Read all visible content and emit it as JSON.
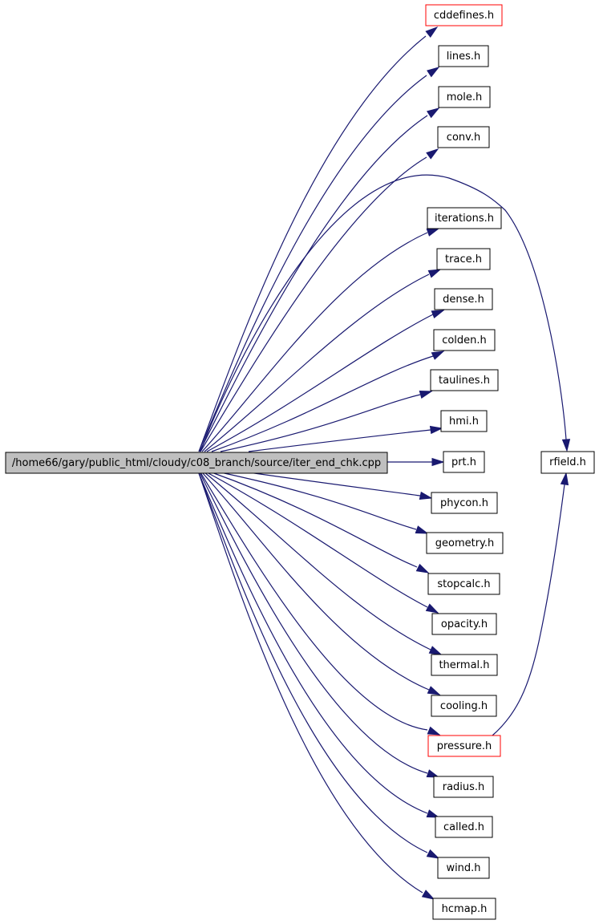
{
  "graph": {
    "root": {
      "label": "/home66/gary/public_html/cloudy/c08_branch/source/iter_end_chk.cpp",
      "fill": "#bfbfbf"
    },
    "edge_color": "#191970",
    "highlight_border": "#ff0000",
    "nodes": [
      {
        "id": "cddefines",
        "label": "cddefines.h",
        "highlight": true
      },
      {
        "id": "lines",
        "label": "lines.h",
        "highlight": false
      },
      {
        "id": "mole",
        "label": "mole.h",
        "highlight": false
      },
      {
        "id": "conv",
        "label": "conv.h",
        "highlight": false
      },
      {
        "id": "iterations",
        "label": "iterations.h",
        "highlight": false
      },
      {
        "id": "trace",
        "label": "trace.h",
        "highlight": false
      },
      {
        "id": "dense",
        "label": "dense.h",
        "highlight": false
      },
      {
        "id": "colden",
        "label": "colden.h",
        "highlight": false
      },
      {
        "id": "taulines",
        "label": "taulines.h",
        "highlight": false
      },
      {
        "id": "hmi",
        "label": "hmi.h",
        "highlight": false
      },
      {
        "id": "prt",
        "label": "prt.h",
        "highlight": false
      },
      {
        "id": "phycon",
        "label": "phycon.h",
        "highlight": false
      },
      {
        "id": "geometry",
        "label": "geometry.h",
        "highlight": false
      },
      {
        "id": "stopcalc",
        "label": "stopcalc.h",
        "highlight": false
      },
      {
        "id": "opacity",
        "label": "opacity.h",
        "highlight": false
      },
      {
        "id": "thermal",
        "label": "thermal.h",
        "highlight": false
      },
      {
        "id": "cooling",
        "label": "cooling.h",
        "highlight": false
      },
      {
        "id": "pressure",
        "label": "pressure.h",
        "highlight": true
      },
      {
        "id": "radius",
        "label": "radius.h",
        "highlight": false
      },
      {
        "id": "called",
        "label": "called.h",
        "highlight": false
      },
      {
        "id": "wind",
        "label": "wind.h",
        "highlight": false
      },
      {
        "id": "hcmap",
        "label": "hcmap.h",
        "highlight": false
      },
      {
        "id": "rfield",
        "label": "rfield.h",
        "highlight": false
      }
    ],
    "edges": [
      {
        "from": "root",
        "to": "cddefines"
      },
      {
        "from": "root",
        "to": "lines"
      },
      {
        "from": "root",
        "to": "mole"
      },
      {
        "from": "root",
        "to": "conv"
      },
      {
        "from": "root",
        "to": "rfield"
      },
      {
        "from": "root",
        "to": "iterations"
      },
      {
        "from": "root",
        "to": "trace"
      },
      {
        "from": "root",
        "to": "dense"
      },
      {
        "from": "root",
        "to": "colden"
      },
      {
        "from": "root",
        "to": "taulines"
      },
      {
        "from": "root",
        "to": "hmi"
      },
      {
        "from": "root",
        "to": "prt"
      },
      {
        "from": "root",
        "to": "phycon"
      },
      {
        "from": "root",
        "to": "geometry"
      },
      {
        "from": "root",
        "to": "stopcalc"
      },
      {
        "from": "root",
        "to": "opacity"
      },
      {
        "from": "root",
        "to": "thermal"
      },
      {
        "from": "root",
        "to": "cooling"
      },
      {
        "from": "root",
        "to": "pressure"
      },
      {
        "from": "root",
        "to": "radius"
      },
      {
        "from": "root",
        "to": "called"
      },
      {
        "from": "root",
        "to": "wind"
      },
      {
        "from": "root",
        "to": "hcmap"
      },
      {
        "from": "pressure",
        "to": "rfield"
      }
    ]
  }
}
